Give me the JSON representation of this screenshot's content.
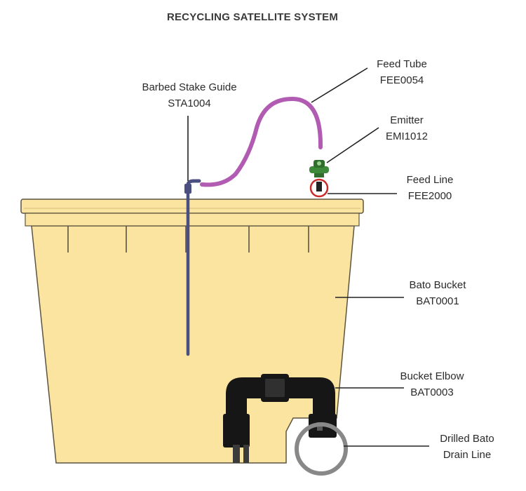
{
  "title": "RECYCLING SATELLITE SYSTEM",
  "parts": {
    "stake_guide": {
      "name": "Barbed Stake Guide",
      "code": "STA1004"
    },
    "feed_tube": {
      "name": "Feed Tube",
      "code": "FEE0054"
    },
    "emitter": {
      "name": "Emitter",
      "code": "EMI1012"
    },
    "feed_line": {
      "name": "Feed Line",
      "code": "FEE2000"
    },
    "bucket": {
      "name": "Bato Bucket",
      "code": "BAT0001"
    },
    "elbow": {
      "name": "Bucket Elbow",
      "code": "BAT0003"
    },
    "drain_line": {
      "name": "Drilled Bato",
      "code": "Drain Line"
    }
  },
  "colors": {
    "bucket_fill": "#fbe49f",
    "bucket_outline": "#5c5440",
    "feed_tube": "#b25bb2",
    "stake": "#4a4f80",
    "emitter": "#3d8a3a",
    "feed_line_ring": "#cc2a2a",
    "elbow": "#161616",
    "drain_ring": "#888888"
  }
}
